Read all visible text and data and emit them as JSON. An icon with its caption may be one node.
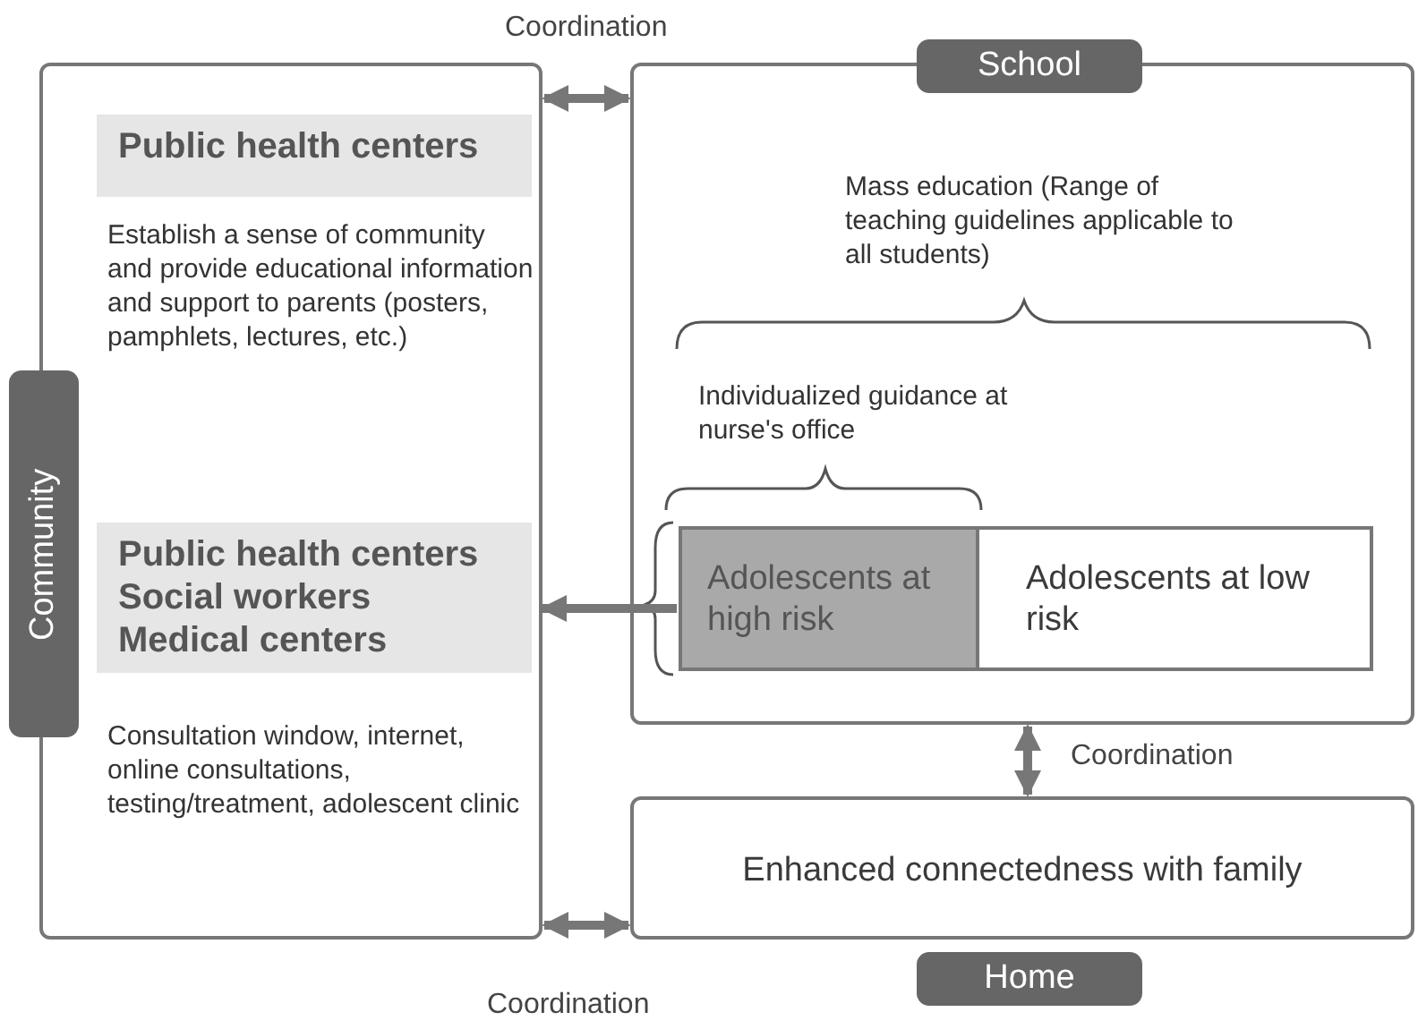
{
  "diagram": {
    "nodes": [
      {
        "text": [
          "Community"
        ]
      },
      {
        "text": [
          "Public health centers",
          "Establish a sense of community and provide educational information and support to parents (posters, pamphlets, lectures, etc.)"
        ],
        "in": 0
      },
      {
        "text": [
          "Public health centers Social workers Medical centers",
          "Consultation window, internet, online consultations, testing/treatment, adolescent clinic"
        ],
        "in": 0
      },
      {
        "text": [
          "School",
          "Mass education (Range of teaching guidelines applicable to all students)",
          "Individualized guidance at nurse's office"
        ]
      },
      {
        "text": [
          "Adolescents at high risk"
        ],
        "in": 3
      },
      {
        "text": [
          "Adolescents at low risk"
        ],
        "in": 3
      },
      {
        "text": [
          "Enhanced connectedness with family",
          "Home"
        ]
      }
    ],
    "edges": [
      {
        "from": 0,
        "to": 3,
        "arrow": "both",
        "label": "Coordination"
      },
      {
        "from": 4,
        "to": 2,
        "arrow": "to"
      },
      {
        "from": 3,
        "to": 6,
        "arrow": "both",
        "label": "Coordination"
      },
      {
        "from": 0,
        "to": 6,
        "arrow": "both",
        "label": "Coordination"
      }
    ]
  }
}
